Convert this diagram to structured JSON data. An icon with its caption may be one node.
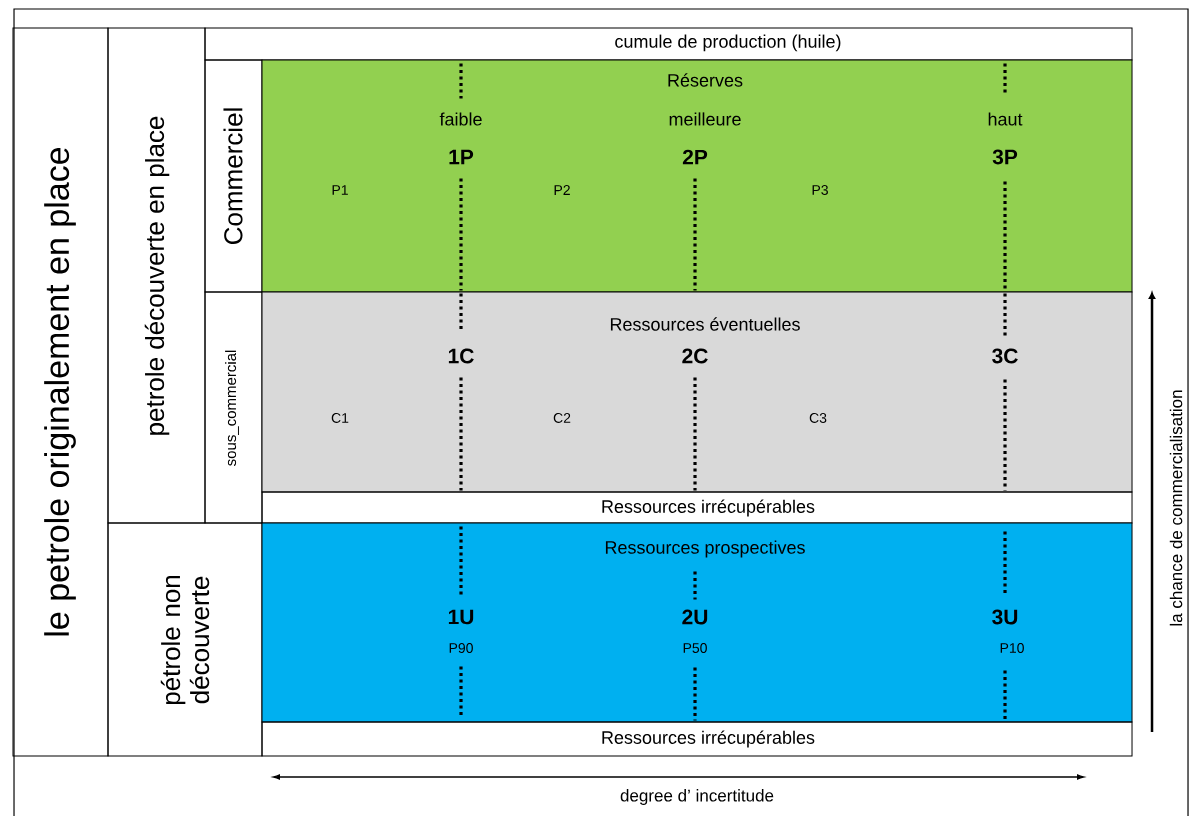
{
  "diagram": {
    "nodes": [
      {
        "text": [
          "le petrole originalement en place"
        ]
      },
      {
        "text": [
          "petrole découverte en place"
        ]
      },
      {
        "text": [
          "pétrole non découverte"
        ]
      },
      {
        "text": [
          "cumule de production (huile)"
        ]
      },
      {
        "text": [
          "Commerciel"
        ]
      },
      {
        "text": [
          "Réserves",
          "faible",
          "meilleure",
          "haut",
          "1P",
          "2P",
          "3P",
          "P1",
          "P2",
          "P3"
        ]
      },
      {
        "text": [
          "sous_commercial"
        ]
      },
      {
        "text": [
          "Ressources éventuelles",
          "1C",
          "2C",
          "3C",
          "C1",
          "C2",
          "C3"
        ]
      },
      {
        "text": [
          "Ressources irrécupérables"
        ]
      },
      {
        "text": [
          "Ressources prospectives",
          "1U",
          "P90",
          "2U",
          "P50",
          "3U",
          "P10"
        ]
      },
      {
        "text": [
          "Ressources irrécupérables"
        ]
      }
    ],
    "labels": [
      "la chance de commercialisation",
      "degree d’ incertitude"
    ]
  }
}
